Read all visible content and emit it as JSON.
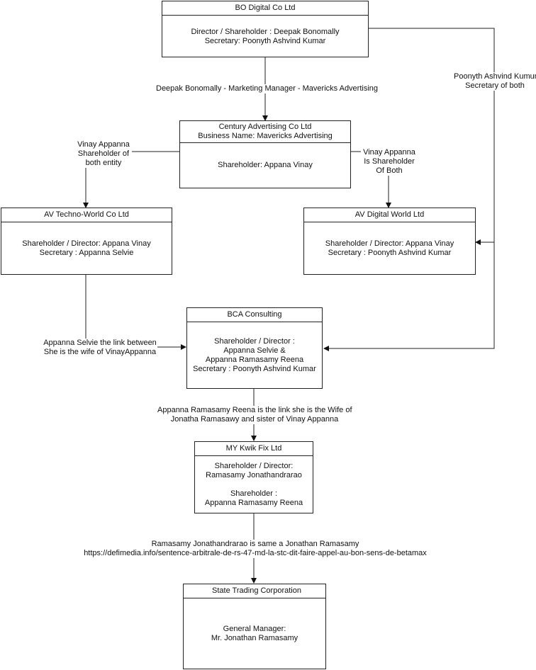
{
  "entities": {
    "bo_digital": {
      "name": "BO Digital Co Ltd",
      "lines": [
        "Director / Shareholder : Deepak Bonomally",
        "Secretary: Poonyth Ashvind Kumar"
      ]
    },
    "century": {
      "name_lines": [
        "Century Advertising Co Ltd",
        "Business Name: Mavericks Advertising"
      ],
      "lines": [
        "Shareholder: Appana Vinay"
      ]
    },
    "av_techno": {
      "name": "AV Techno-World Co Ltd",
      "lines": [
        "Shareholder / Director: Appana Vinay",
        "Secretary : Appanna Selvie"
      ]
    },
    "av_digital": {
      "name": "AV Digital World Ltd",
      "lines": [
        "Shareholder / Director: Appana Vinay",
        "Secretary : Poonyth Ashvind Kumar"
      ]
    },
    "bca": {
      "name": "BCA Consulting",
      "lines": [
        "Shareholder / Director :",
        "Appanna Selvie &",
        "Appanna Ramasamy Reena",
        "Secretary : Poonyth Ashvind Kumar"
      ]
    },
    "my_kwik": {
      "name": "MY Kwik Fix Ltd",
      "lines": [
        "Shareholder / Director:",
        "Ramasamy Jonathandrarao",
        "",
        "Shareholder :",
        "Appanna Ramasamy Reena"
      ]
    },
    "state_trading": {
      "name": "State Trading Corporation",
      "lines": [
        "General Manager:",
        "Mr. Jonathan Ramasamy"
      ]
    }
  },
  "links": {
    "bo_to_century": [
      "Deepak Bonomally - Marketing Manager - Mavericks Advertising"
    ],
    "poonyth": [
      "Poonyth Ashvind Kumur",
      "Secretary of both"
    ],
    "vinay_left": [
      "Vinay Appanna",
      "Shareholder of",
      "both entity"
    ],
    "vinay_right": [
      "Vinay Appanna",
      "Is Shareholder",
      "Of Both"
    ],
    "selvie": [
      "Appanna Selvie the link between",
      "She is the wife of VinayAppanna"
    ],
    "reena": [
      "Appanna Ramasamy Reena is the link she is the Wife of",
      "Jonatha Ramasawy and sister of Vinay Appanna"
    ],
    "jonathan": [
      "Ramasamy Jonathandrarao is same a Jonathan Ramasamy",
      "https://defimedia.info/sentence-arbitrale-de-rs-47-md-la-stc-dit-faire-appel-au-bon-sens-de-betamax"
    ]
  },
  "colors": {
    "line": "#222222",
    "background": "#ffffff"
  }
}
